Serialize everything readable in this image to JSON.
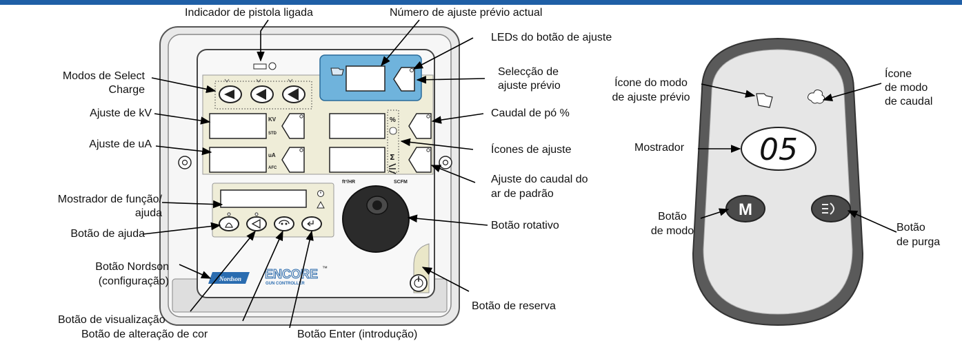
{
  "colors": {
    "top_bar": "#1f5fa6",
    "panel_face": "#efedd8",
    "preset_area": "#6fb3dc",
    "handheld_body": "#5a5a5a",
    "handheld_face": "#e6e6e6",
    "brand": "#2a6cb0"
  },
  "device_text": {
    "kv": "KV",
    "std": "STD",
    "ua": "uA",
    "afc": "AFC",
    "percent": "%",
    "sigma": "Σ",
    "flow_left": "ft³/HR",
    "flow_right": "SCFM",
    "brand": "ENCORE",
    "brand_tm": "™",
    "brand_sub": "GUN CONTROLLER",
    "nordson": "Nordson",
    "remote_display": "05",
    "remote_mode_key": "M"
  },
  "labels": {
    "gun_on": "Indicador de pistola ligada",
    "preset_number": "Número de ajuste prévio actual",
    "preset_leds": "LEDs do botão de ajuste",
    "select_charge_1": "Modos de Select",
    "select_charge_2": "Charge",
    "preset_select_1": "Selecção de",
    "preset_select_2": "ajuste prévio",
    "kv_setting": "Ajuste de kV",
    "powder_flow": "Caudal de pó %",
    "ua_setting": "Ajuste de uA",
    "setting_icons": "Ícones de ajuste",
    "func_display_1": "Mostrador de função/",
    "func_display_2": "ajuda",
    "air_flow_1": "Ajuste do caudal do",
    "air_flow_2": "ar de padrão",
    "help_button": "Botão de ajuda",
    "rotary_knob": "Botão rotativo",
    "nordson_1": "Botão Nordson",
    "nordson_2": "(configuração)",
    "view_button": "Botão de visualização",
    "color_change": "Botão de alteração de cor",
    "enter_button": "Botão Enter (introdução)",
    "standby_button": "Botão de reserva",
    "remote_preset_icon_1": "Ícone do modo",
    "remote_preset_icon_2": "de ajuste prévio",
    "remote_flow_icon_1": "Ícone",
    "remote_flow_icon_2": "de modo",
    "remote_flow_icon_3": "de caudal",
    "remote_display_label": "Mostrador",
    "remote_mode_1": "Botão",
    "remote_mode_2": "de modo",
    "remote_purge_1": "Botão",
    "remote_purge_2": "de purga"
  }
}
